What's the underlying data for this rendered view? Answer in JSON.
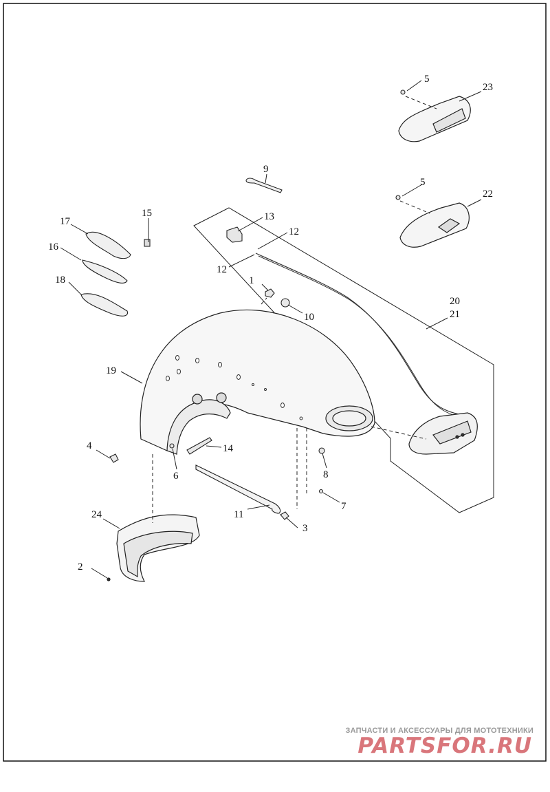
{
  "callouts": [
    {
      "id": "c1",
      "label": "1"
    },
    {
      "id": "c2",
      "label": "2"
    },
    {
      "id": "c3",
      "label": "3"
    },
    {
      "id": "c4",
      "label": "4"
    },
    {
      "id": "c5a",
      "label": "5"
    },
    {
      "id": "c5b",
      "label": "5"
    },
    {
      "id": "c6",
      "label": "6"
    },
    {
      "id": "c7",
      "label": "7"
    },
    {
      "id": "c8",
      "label": "8"
    },
    {
      "id": "c9",
      "label": "9"
    },
    {
      "id": "c10",
      "label": "10"
    },
    {
      "id": "c11",
      "label": "11"
    },
    {
      "id": "c12a",
      "label": "12"
    },
    {
      "id": "c12b",
      "label": "12"
    },
    {
      "id": "c13",
      "label": "13"
    },
    {
      "id": "c14",
      "label": "14"
    },
    {
      "id": "c15",
      "label": "15"
    },
    {
      "id": "c16",
      "label": "16"
    },
    {
      "id": "c17",
      "label": "17"
    },
    {
      "id": "c18",
      "label": "18"
    },
    {
      "id": "c19",
      "label": "19"
    },
    {
      "id": "c20",
      "label": "20"
    },
    {
      "id": "c21",
      "label": "21"
    },
    {
      "id": "c22",
      "label": "22"
    },
    {
      "id": "c23",
      "label": "23"
    },
    {
      "id": "c24",
      "label": "24"
    }
  ],
  "watermark": {
    "tagline": "ЗАПЧАСТИ И АКСЕССУАРЫ ДЛЯ МОТОТЕХНИКИ",
    "logo": "PARTSFOR.RU"
  }
}
